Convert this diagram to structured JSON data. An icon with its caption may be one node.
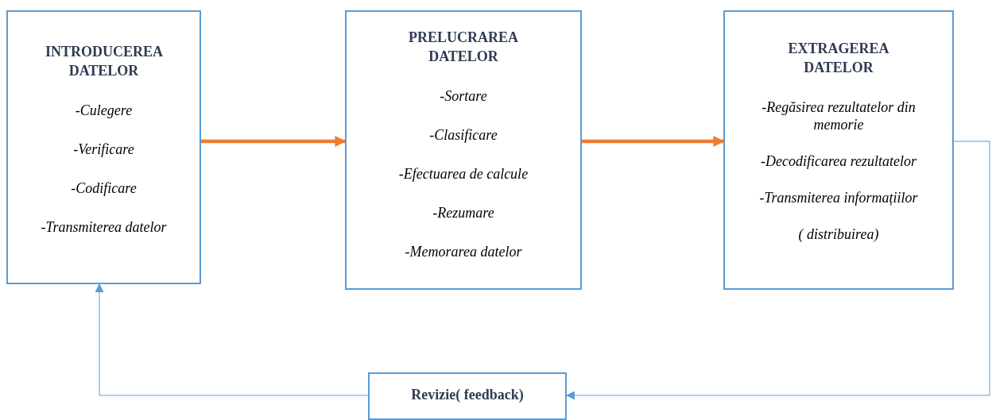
{
  "diagram": {
    "nodes": [
      {
        "text": [
          "INTRODUCEREA DATELOR",
          "-Culegere",
          "-Verificare",
          "-Codificare",
          "-Transmiterea datelor"
        ]
      },
      {
        "text": [
          "PRELUCRAREA DATELOR",
          "-Sortare",
          "-Clasificare",
          "-Efectuarea de calcule",
          "-Rezumare",
          "-Memorarea datelor"
        ]
      },
      {
        "text": [
          "EXTRAGEREA DATELOR",
          "-Regăsirea rezultatelor din memorie",
          "-Decodificarea rezultatelor",
          "-Transmiterea informațiilor",
          "( distribuirea)"
        ]
      },
      {
        "text": [
          "Revizie( feedback)"
        ]
      }
    ],
    "edges": [
      {
        "from": 0,
        "to": 1,
        "arrow": "to",
        "style": "thick",
        "color": "#ed7d31"
      },
      {
        "from": 1,
        "to": 2,
        "arrow": "to",
        "style": "thick",
        "color": "#ed7d31"
      },
      {
        "from": 2,
        "to": 3,
        "arrow": "to",
        "color": "#5b9bd5"
      },
      {
        "from": 3,
        "to": 0,
        "arrow": "to",
        "color": "#5b9bd5"
      }
    ]
  }
}
